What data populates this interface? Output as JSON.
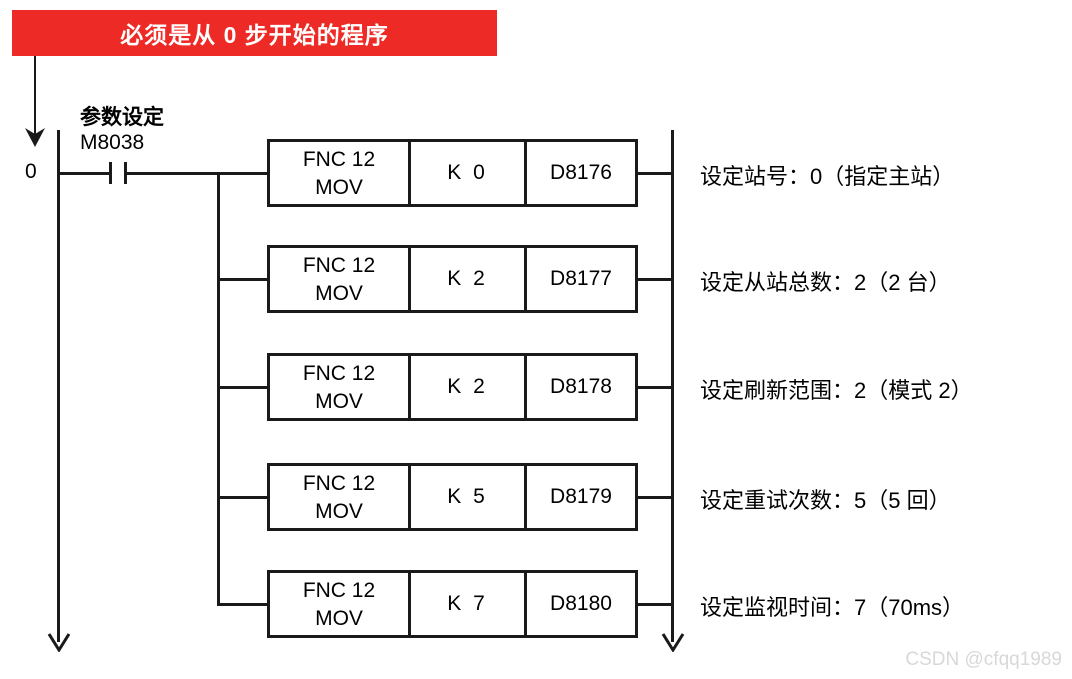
{
  "banner": {
    "text": "必须是从 0 步开始的程序",
    "bg_color": "#ee2a26",
    "text_color": "#ffffff"
  },
  "rung": {
    "step_number": "0",
    "contact_title": "参数设定",
    "contact_device": "M8038"
  },
  "instructions": [
    {
      "fnc": "FNC 12",
      "mnemonic": "MOV",
      "source": "K  0",
      "destination": "D8176",
      "annotation": "设定站号：0（指定主站）"
    },
    {
      "fnc": "FNC 12",
      "mnemonic": "MOV",
      "source": "K  2",
      "destination": "D8177",
      "annotation": "设定从站总数：2（2 台）"
    },
    {
      "fnc": "FNC 12",
      "mnemonic": "MOV",
      "source": "K  2",
      "destination": "D8178",
      "annotation": "设定刷新范围：2（模式 2）"
    },
    {
      "fnc": "FNC 12",
      "mnemonic": "MOV",
      "source": "K  5",
      "destination": "D8179",
      "annotation": "设定重试次数：5（5 回）"
    },
    {
      "fnc": "FNC 12",
      "mnemonic": "MOV",
      "source": "K  7",
      "destination": "D8180",
      "annotation": "设定监视时间：7（70ms）"
    }
  ],
  "watermark": "CSDN @cfqq1989",
  "icons": {
    "pointer_arrow": "down-arrow-icon",
    "rail_arrow": "down-arrow-icon",
    "contact": "normally-open-contact-icon"
  }
}
